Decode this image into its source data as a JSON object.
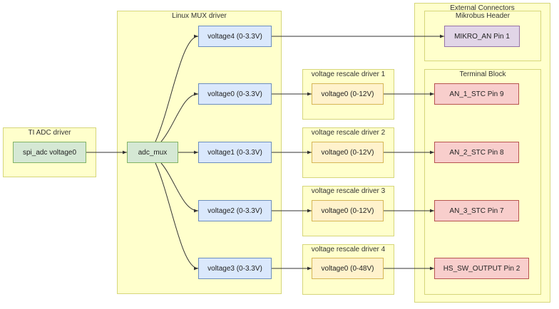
{
  "groups": {
    "ti_adc": "TI ADC driver",
    "linux_mux": "Linux MUX driver",
    "rescale_1": "voltage rescale driver 1",
    "rescale_2": "voltage rescale driver 2",
    "rescale_3": "voltage rescale driver 3",
    "rescale_4": "voltage rescale driver 4",
    "external_connectors": "External Connectors",
    "mikrobus_header": "Mikrobus Header",
    "terminal_block": "Terminal Block"
  },
  "nodes": {
    "spi_adc": "spi_adc voltage0",
    "adc_mux": "adc_mux",
    "mux_voltage4": "voltage4 (0-3.3V)",
    "mux_voltage0": "voltage0 (0-3.3V)",
    "mux_voltage1": "voltage1 (0-3.3V)",
    "mux_voltage2": "voltage2 (0-3.3V)",
    "mux_voltage3": "voltage3 (0-3.3V)",
    "rescale1_voltage0": "voltage0 (0-12V)",
    "rescale2_voltage0": "voltage0 (0-12V)",
    "rescale3_voltage0": "voltage0 (0-12V)",
    "rescale4_voltage0": "voltage0 (0-48V)",
    "mikro_an": "MIKRO_AN Pin 1",
    "an1_stc": "AN_1_STC Pin 9",
    "an2_stc": "AN_2_STC Pin 8",
    "an3_stc": "AN_3_STC Pin 7",
    "hs_sw_output": "HS_SW_OUTPUT Pin 2"
  },
  "colors": {
    "group_fill": "#ffffcc",
    "group_border": "#d6d67a",
    "adc_fill": "#d5e8d4",
    "mux_fill": "#dae8fc",
    "rescale_fill": "#fff2cc",
    "mikrobus_fill": "#e1d5e7",
    "terminal_fill": "#f8cecc",
    "edge": "#333333"
  }
}
